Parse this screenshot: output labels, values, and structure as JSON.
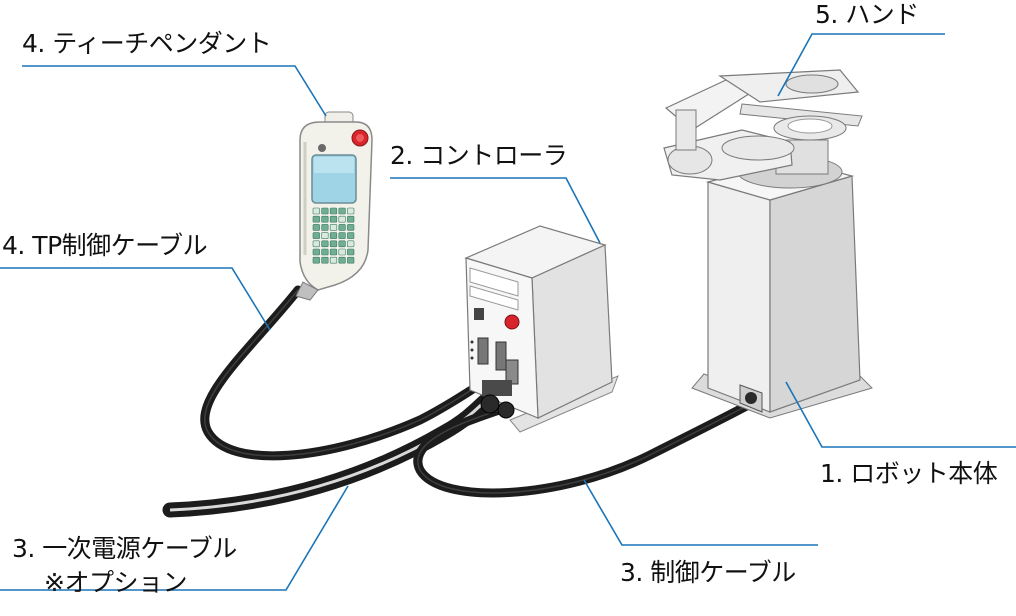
{
  "labels": {
    "teach_pendant": "4. ティーチペンダント",
    "tp_cable": "4. TP制御ケーブル",
    "controller": "2. コントローラ",
    "hand": "5. ハンド",
    "robot_body": "1. ロボット本体",
    "primary_power_cable": "3. 一次電源ケーブル",
    "option_note": "※オプション",
    "control_cable": "3. 制御ケーブル"
  },
  "colors": {
    "leader_line": "#1a74b8",
    "cable": "#1c1c1c",
    "device_body": "#ececec",
    "pendant_screen": "#9fd3e6",
    "pendant_keys": "#6fae93",
    "emergency_stop": "#d8242a"
  }
}
